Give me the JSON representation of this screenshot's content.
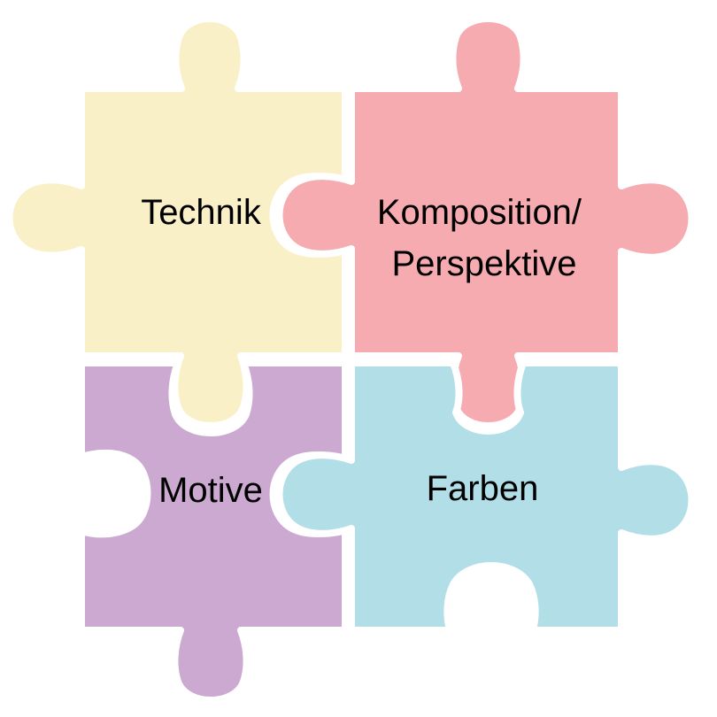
{
  "pieces": [
    {
      "id": "technik",
      "label_lines": [
        "Technik"
      ],
      "color": "#FAF0C8"
    },
    {
      "id": "komposition",
      "label_lines": [
        "Komposition/",
        "Perspektive"
      ],
      "color": "#F5ABAF"
    },
    {
      "id": "motive",
      "label_lines": [
        "Motive"
      ],
      "color": "#CBA9D1"
    },
    {
      "id": "farben",
      "label_lines": [
        "Farben"
      ],
      "color": "#B1DEE7"
    }
  ]
}
